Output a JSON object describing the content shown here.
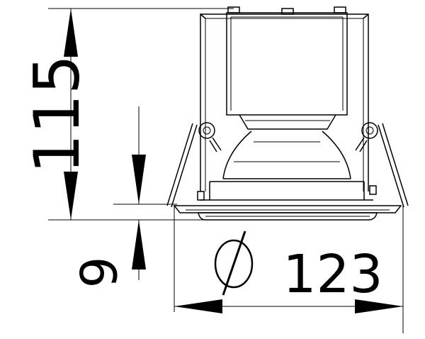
{
  "drawing": {
    "dimensions": {
      "height_total": "115",
      "recess_depth": "9",
      "diameter_symbol": "Ø",
      "diameter_value": "123"
    }
  }
}
